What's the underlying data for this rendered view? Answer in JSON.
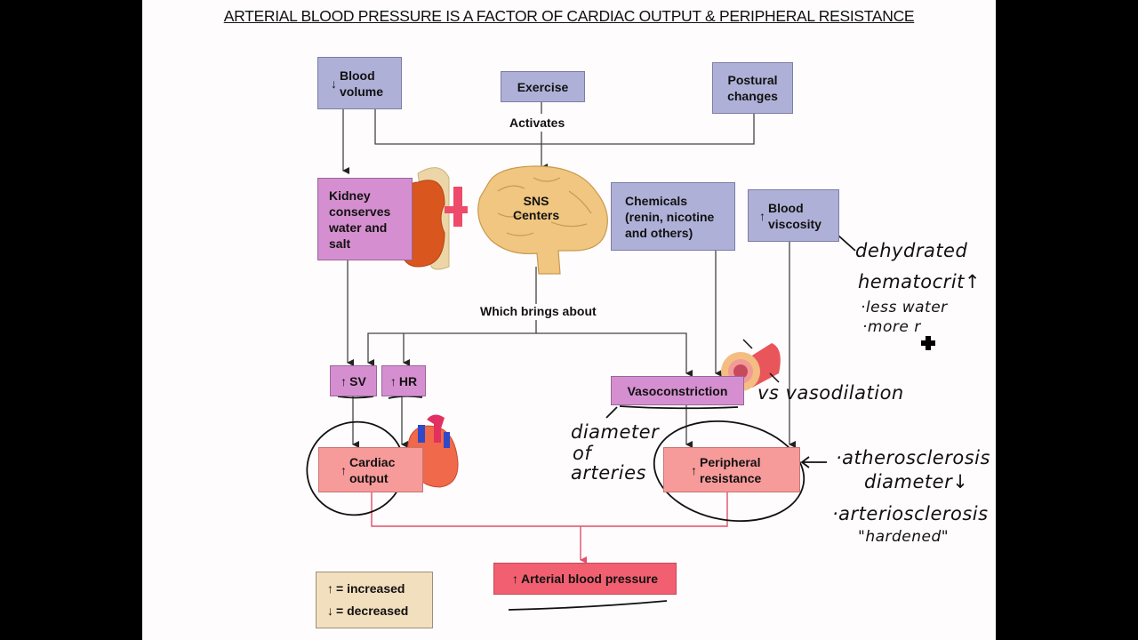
{
  "title": "ARTERIAL BLOOD PRESSURE IS A FACTOR OF CARDIAC OUTPUT & PERIPHERAL RESISTANCE",
  "colors": {
    "input_box": "#afb0d8",
    "process_box": "#d58fd0",
    "outcome_box": "#f79a9a",
    "result_box": "#f25f71",
    "legend_box": "#f2dfbd",
    "result_connector": "#e0506a"
  },
  "nodes": {
    "blood_volume": {
      "arrow": "↓",
      "line1": "Blood",
      "line2": "volume"
    },
    "exercise": {
      "label": "Exercise"
    },
    "postural": {
      "line1": "Postural",
      "line2": "changes"
    },
    "activates": "Activates",
    "kidney": {
      "line1": "Kidney",
      "line2": "conserves",
      "line3": "water and",
      "line4": "salt"
    },
    "sns": {
      "line1": "SNS",
      "line2": "Centers"
    },
    "chemicals": {
      "line1": "Chemicals",
      "line2": "(renin, nicotine",
      "line3": "and others)"
    },
    "viscosity": {
      "arrow": "↑",
      "line1": "Blood",
      "line2": "viscosity"
    },
    "which_brings_about": "Which brings about",
    "sv": {
      "arrow": "↑",
      "label": "SV"
    },
    "hr": {
      "arrow": "↑",
      "label": "HR"
    },
    "vasoconstriction": {
      "label": "Vasoconstriction"
    },
    "cardiac_output": {
      "arrow": "↑",
      "line1": "Cardiac",
      "line2": "output"
    },
    "peripheral_resistance": {
      "arrow": "↑",
      "line1": "Peripheral",
      "line2": "resistance"
    },
    "arterial_bp": {
      "arrow": "↑",
      "label": "Arterial blood pressure"
    }
  },
  "legend": {
    "increased": {
      "arrow": "↑",
      "label": "= increased"
    },
    "decreased": {
      "arrow": "↓",
      "label": "= decreased"
    }
  },
  "annotations": {
    "dehydrated": "dehydrated",
    "hematocrit": "hematocrit↑",
    "less_water": "·less water",
    "more_r": "·more r",
    "vs_vasodilation": "vs vasodilation",
    "diameter": "diameter",
    "of": "of",
    "arteries": "arteries",
    "atherosclerosis": "·atherosclerosis",
    "diameter_down": "diameter↓",
    "arteriosclerosis": "·arteriosclerosis",
    "hardened": "\"hardened\""
  },
  "icons": [
    "kidney-illustration",
    "brain-illustration",
    "heart-illustration",
    "artery-illustration",
    "pen-cursor-icon"
  ]
}
